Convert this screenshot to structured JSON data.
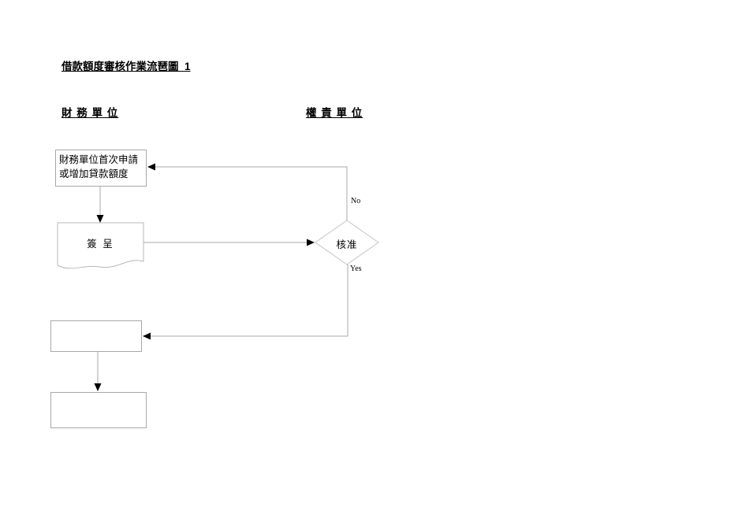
{
  "document": {
    "title": "借款額度審核作業流琶圖_1"
  },
  "columns": {
    "left_header": "財 務 單 位",
    "right_header": "權 責 單 位"
  },
  "flowchart": {
    "nodes": {
      "request": {
        "type": "process",
        "label": "財務單位首次申請或增加貸款額度"
      },
      "memo": {
        "type": "document",
        "label": "簽 呈"
      },
      "decision": {
        "type": "decision",
        "label": "核准"
      },
      "outcome1": {
        "type": "process",
        "label": ""
      },
      "outcome2": {
        "type": "process",
        "label": ""
      }
    },
    "edges": {
      "no_label": "No",
      "yes_label": "Yes"
    },
    "colors": {
      "connector_line": "#a8a8a8",
      "shape_border": "#b8b8b8",
      "arrowhead": "#000000",
      "text": "#000000",
      "background": "#ffffff"
    }
  }
}
